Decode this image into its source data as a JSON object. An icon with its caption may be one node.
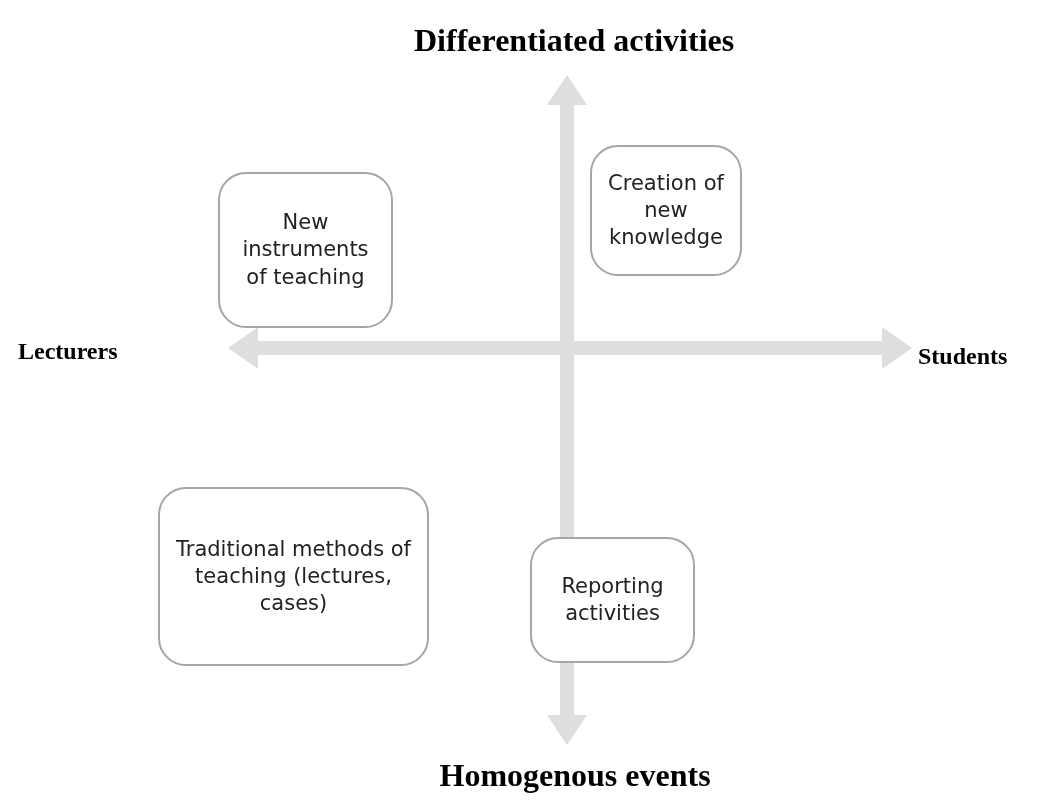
{
  "diagram": {
    "nodes": [
      {
        "text": [
          "New instruments of teaching"
        ]
      },
      {
        "text": [
          "Creation of new knowledge"
        ]
      },
      {
        "text": [
          "Traditional methods of teaching (lectures, cases)"
        ]
      },
      {
        "text": [
          "Reporting activities"
        ]
      }
    ],
    "labels": [
      "Differentiated activities",
      "Lecturers",
      "Students",
      "Homogenous events"
    ]
  }
}
